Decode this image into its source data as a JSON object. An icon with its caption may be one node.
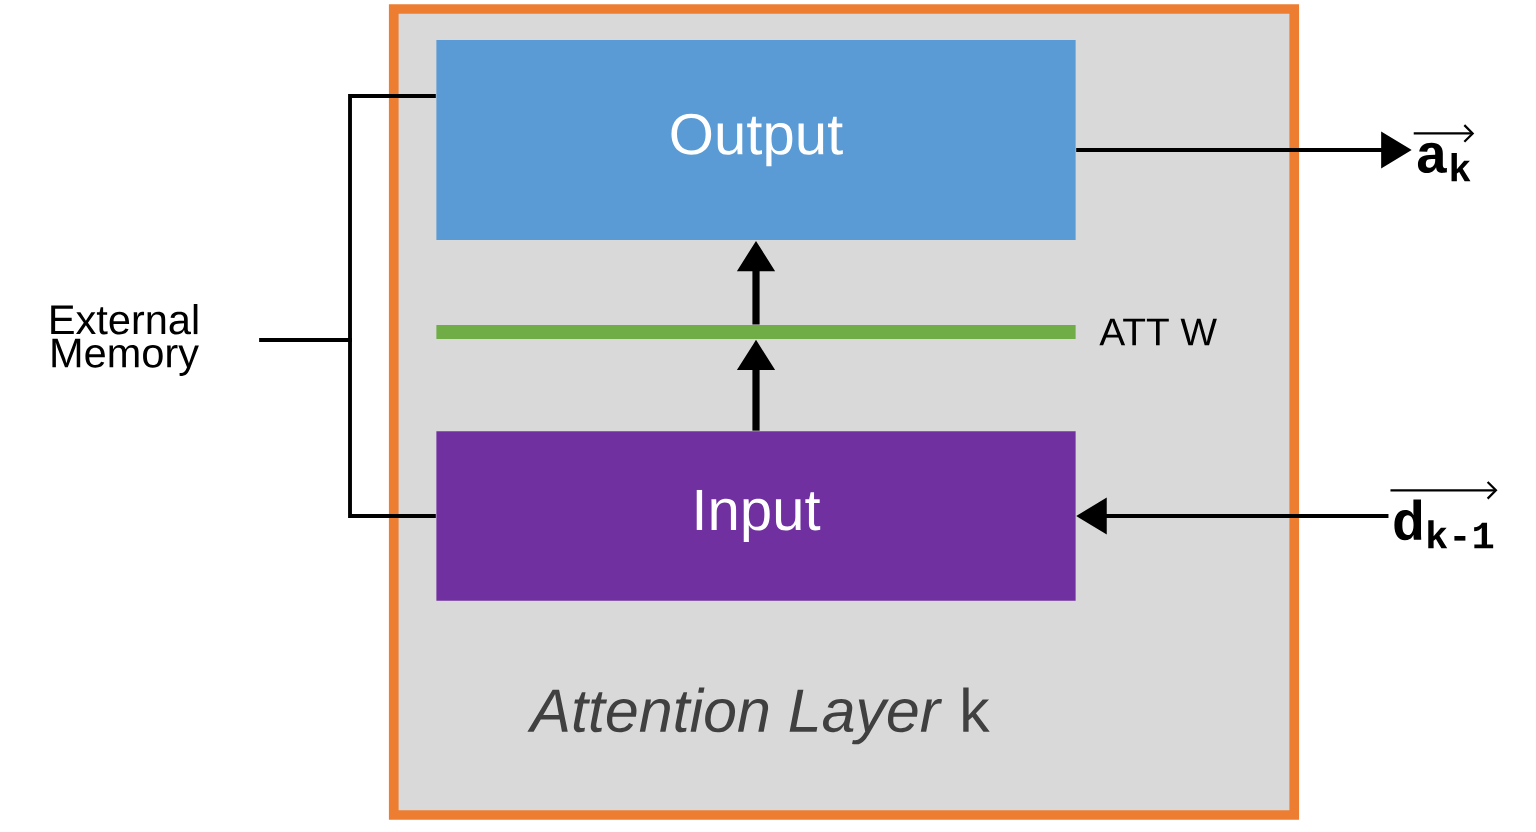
{
  "diagram": {
    "nodes": [
      {
        "text": [
          "*Attention Layer* k"
        ]
      },
      {
        "text": [
          "Output"
        ],
        "in": 0
      },
      {
        "text": [
          "Input"
        ],
        "in": 0
      },
      {
        "text": [],
        "shape": "bar",
        "in": 0,
        "beside": [
          "ATT W"
        ]
      },
      {
        "text": [
          "External Memory"
        ]
      },
      {
        "text": [
          "a$_{k}$"
        ]
      },
      {
        "text": [
          "d$_{k-1}$"
        ]
      }
    ],
    "edges": [
      {
        "from": 4,
        "to": 1,
        "arrow": "none"
      },
      {
        "from": 4,
        "to": 2,
        "arrow": "none"
      },
      {
        "from": 2,
        "to": 3,
        "arrow": "to",
        "style": "thick"
      },
      {
        "from": 3,
        "to": 1,
        "arrow": "to",
        "style": "thick"
      },
      {
        "from": 1,
        "to": 5,
        "arrow": "to"
      },
      {
        "from": 6,
        "to": 2,
        "arrow": "to"
      }
    ]
  }
}
